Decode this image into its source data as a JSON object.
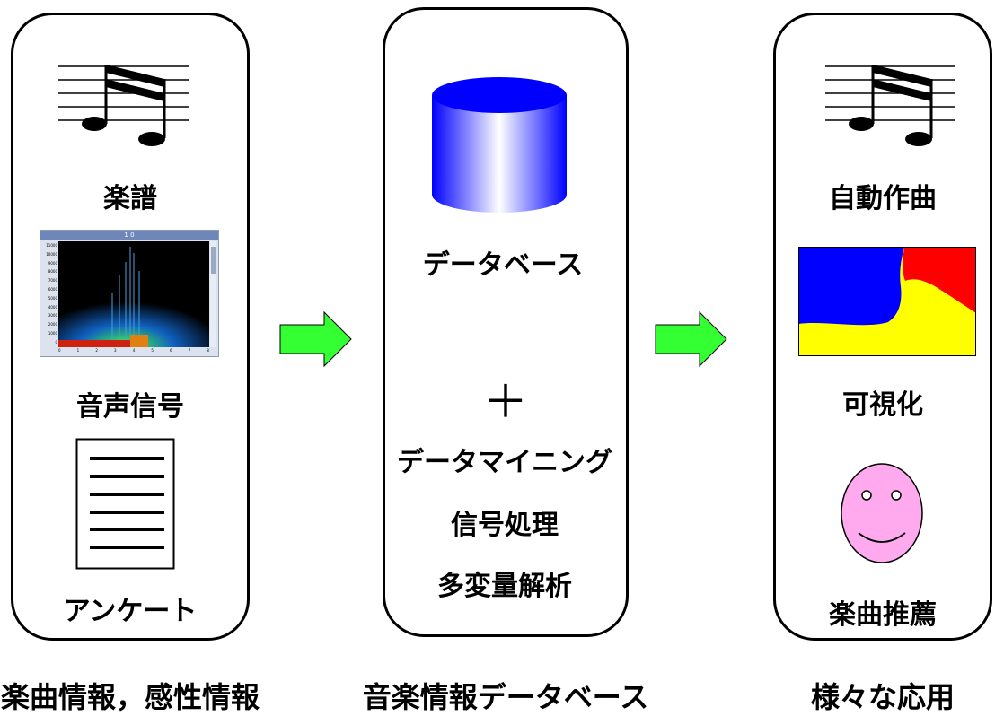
{
  "inputs": {
    "sheet_music_label": "楽譜",
    "audio_signal_label": "音声信号",
    "questionnaire_label": "アンケート",
    "caption": "楽曲情報，感性情報",
    "spectrogram": {
      "window_title": "1 0",
      "y_ticks": [
        "11000",
        "10000",
        "9000",
        "8000",
        "7000",
        "6000",
        "5000",
        "4000",
        "3000",
        "2000",
        "1000",
        "0"
      ],
      "x_ticks": [
        "0",
        "1",
        "2",
        "3",
        "4",
        "5",
        "6",
        "7",
        "8"
      ]
    }
  },
  "processing": {
    "database_label": "データベース",
    "plus_symbol": "＋",
    "methods": [
      "データマイニング",
      "信号処理",
      "多変量解析"
    ],
    "caption": "音楽情報データベース"
  },
  "applications": {
    "composition_label": "自動作曲",
    "visualization_label": "可視化",
    "recommendation_label": "楽曲推薦",
    "caption": "様々な応用"
  },
  "colors": {
    "arrow_fill": "#33ff33",
    "database_blue": "#0000ff",
    "map_blue": "#0000ff",
    "map_red": "#ff0000",
    "map_yellow": "#ffff00",
    "face_pink": "#ffaaee"
  },
  "icons": [
    "music-notes-icon",
    "spectrogram-image",
    "document-icon",
    "database-cylinder-icon",
    "arrow-right-icon",
    "plus-icon",
    "color-map-icon",
    "smiley-face-icon"
  ]
}
